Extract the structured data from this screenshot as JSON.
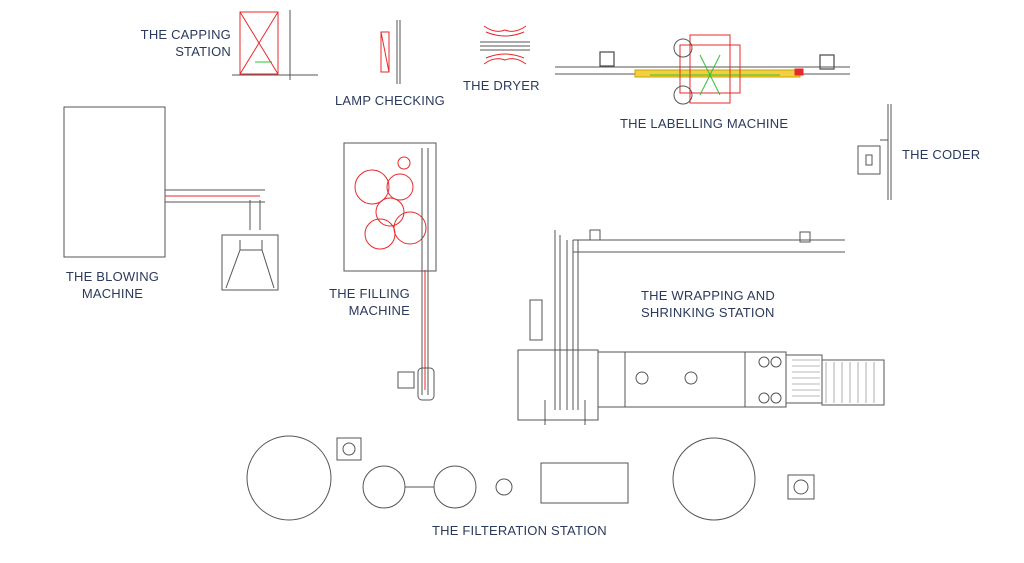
{
  "labels": {
    "capping": [
      "THE CAPPING",
      "STATION"
    ],
    "lamp_checking": "LAMP CHECKING",
    "dryer": "THE DRYER",
    "labelling": "THE LABELLING MACHINE",
    "coder": "THE CODER",
    "blowing": [
      "THE BLOWING",
      "MACHINE"
    ],
    "filling": [
      "THE FILLING",
      "MACHINE"
    ],
    "wrapping": [
      "THE WRAPPING AND",
      "SHRINKING STATION"
    ],
    "filtration": "THE FILTERATION STATION"
  },
  "colors": {
    "label": "#2b3a5c",
    "line": "#555555",
    "red": "#e8282b",
    "green": "#2fbf3a",
    "yellow": "#f4d03f"
  }
}
